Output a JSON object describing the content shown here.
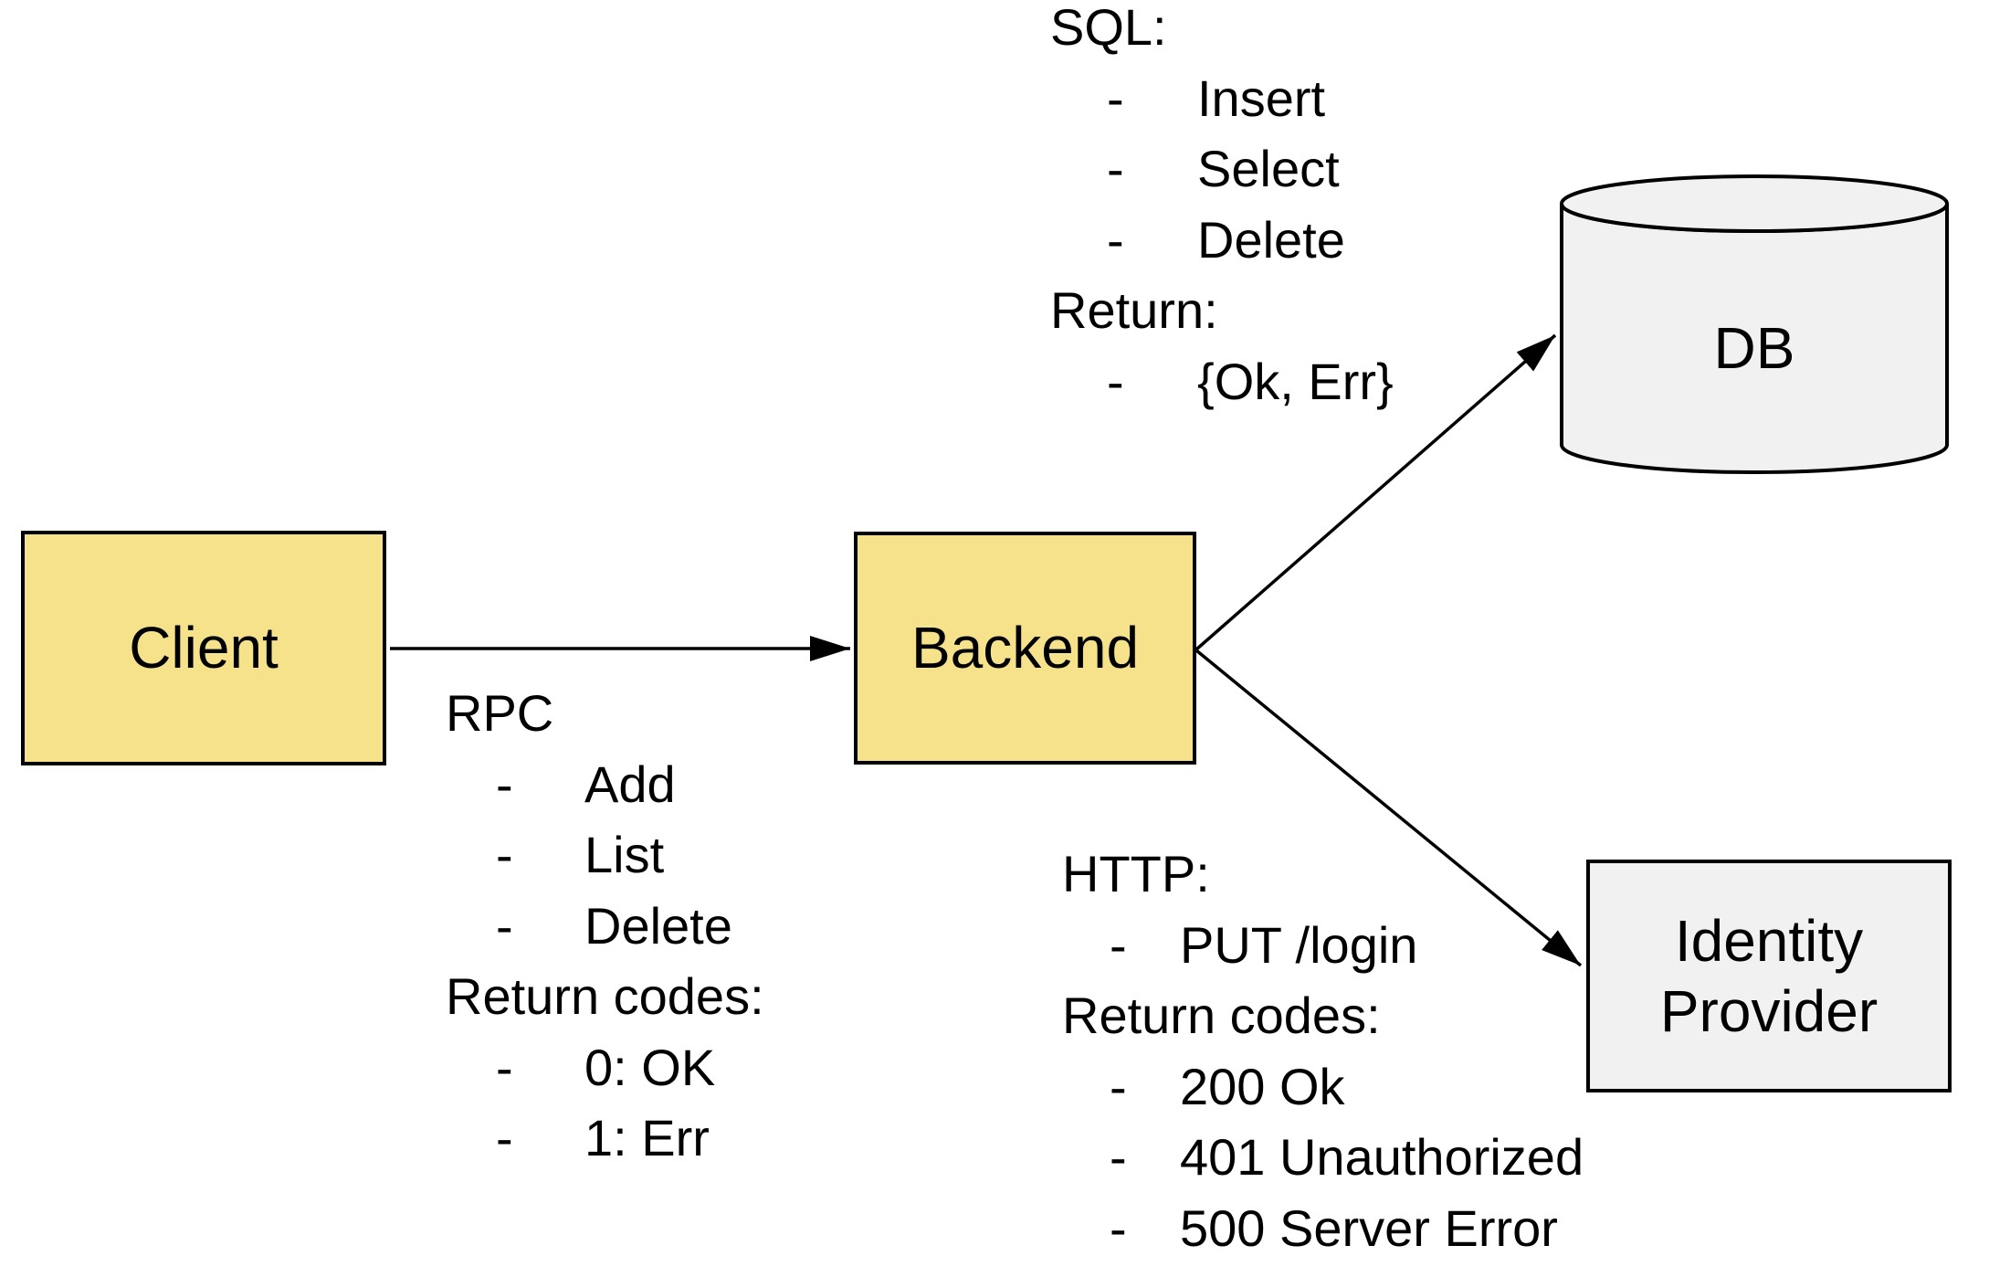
{
  "nodes": {
    "client": "Client",
    "backend": "Backend",
    "db": "DB",
    "identity_provider": "Identity Provider"
  },
  "annotations": {
    "rpc": {
      "lines": [
        {
          "text": "RPC"
        },
        {
          "bullet": "-",
          "text": "Add"
        },
        {
          "bullet": "-",
          "text": "List"
        },
        {
          "bullet": "-",
          "text": "Delete"
        },
        {
          "text": "Return codes:"
        },
        {
          "bullet": "-",
          "text": "0: OK"
        },
        {
          "bullet": "-",
          "text": "1: Err"
        }
      ]
    },
    "sql": {
      "lines": [
        {
          "text": "SQL:"
        },
        {
          "bullet": "-",
          "text": "Insert"
        },
        {
          "bullet": "-",
          "text": "Select"
        },
        {
          "bullet": "-",
          "text": "Delete"
        },
        {
          "text": "Return:"
        },
        {
          "bullet": "-",
          "text": "{Ok, Err}"
        }
      ]
    },
    "http": {
      "lines": [
        {
          "text": "HTTP:"
        },
        {
          "bullet": "-",
          "text": "PUT /login"
        },
        {
          "text": "Return codes:"
        },
        {
          "bullet": "-",
          "text": "200 Ok"
        },
        {
          "bullet": "-",
          "text": "401 Unauthorized"
        },
        {
          "bullet": "-",
          "text": "500 Server Error"
        }
      ]
    }
  },
  "colors": {
    "node_fill_yellow": "#F7E28C",
    "node_fill_gray": "#F1F1F1",
    "stroke": "#000000",
    "background": "#FFFFFF"
  }
}
